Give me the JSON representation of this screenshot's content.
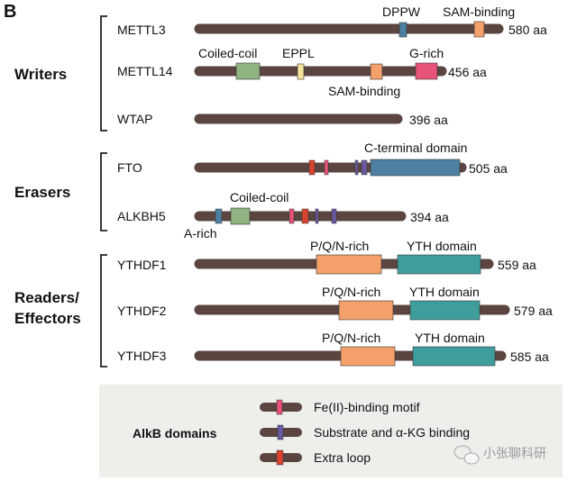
{
  "panel_label": "B",
  "groups": [
    {
      "label": [
        "Writers"
      ]
    },
    {
      "label": [
        "Erasers"
      ]
    },
    {
      "label": [
        "Readers/",
        "Effectors"
      ]
    }
  ],
  "proteins": [
    {
      "name": "METTL3",
      "length": "580 aa"
    },
    {
      "name": "METTL14",
      "length": "456 aa"
    },
    {
      "name": "WTAP",
      "length": "396 aa"
    },
    {
      "name": "FTO",
      "length": "505 aa"
    },
    {
      "name": "ALKBH5",
      "length": "394 aa"
    },
    {
      "name": "YTHDF1",
      "length": "559 aa"
    },
    {
      "name": "YTHDF2",
      "length": "579 aa"
    },
    {
      "name": "YTHDF3",
      "length": "585 aa"
    }
  ],
  "domain_labels": {
    "dppw": "DPPW",
    "sam_binding": "SAM-binding",
    "coiled_coil": "Coiled-coil",
    "eppl": "EPPL",
    "g_rich": "G-rich",
    "c_terminal": "C-terminal domain",
    "a_rich": "A-rich",
    "pqn_rich": "P/Q/N-rich",
    "yth": "YTH domain"
  },
  "legend": {
    "title": "AlkB domains",
    "items": [
      {
        "label": "Fe(II)-binding motif",
        "color": "#e8537a"
      },
      {
        "label": "Substrate and α-KG binding",
        "color": "#6b5aa3"
      },
      {
        "label": "Extra loop",
        "color": "#d9442e"
      }
    ]
  },
  "colors": {
    "backbone": "#5a4540",
    "orange": "#f3a06b",
    "teal": "#3f9e9b",
    "steel_blue": "#4d7fa1",
    "olive_green": "#8fb482",
    "pale_yellow": "#f4e39a",
    "pink": "#e8537a",
    "purple": "#6b5aa3",
    "red": "#d9442e",
    "legend_bg": "#eeeeea"
  },
  "watermark": "小张聊科研"
}
